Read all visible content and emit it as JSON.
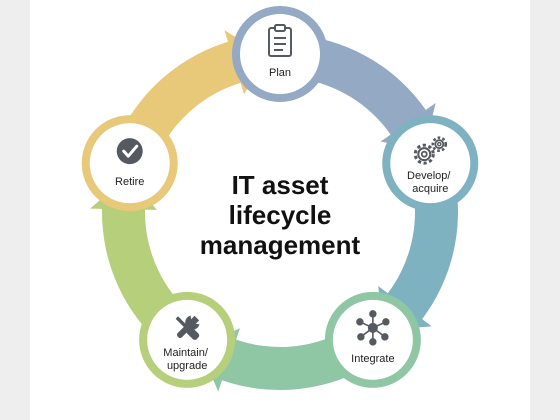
{
  "title": {
    "line1": "IT asset",
    "line2": "lifecycle",
    "line3": "management"
  },
  "stages": [
    {
      "label_lines": [
        "Plan"
      ],
      "icon": "clipboard-icon",
      "color": "#93a9c4"
    },
    {
      "label_lines": [
        "Develop/",
        "acquire"
      ],
      "icon": "gears-icon",
      "color": "#7fb2c0"
    },
    {
      "label_lines": [
        "Integrate"
      ],
      "icon": "network-icon",
      "color": "#8fc6a4"
    },
    {
      "label_lines": [
        "Maintain/",
        "upgrade"
      ],
      "icon": "wrench-screwdriver-icon",
      "color": "#b5cf7a"
    },
    {
      "label_lines": [
        "Retire"
      ],
      "icon": "checkmark-icon",
      "color": "#e8c879"
    }
  ],
  "colors": {
    "icon_stroke": "#555a60",
    "node_fill": "#ffffff",
    "background": "#eeeeee",
    "panel": "#ffffff"
  }
}
